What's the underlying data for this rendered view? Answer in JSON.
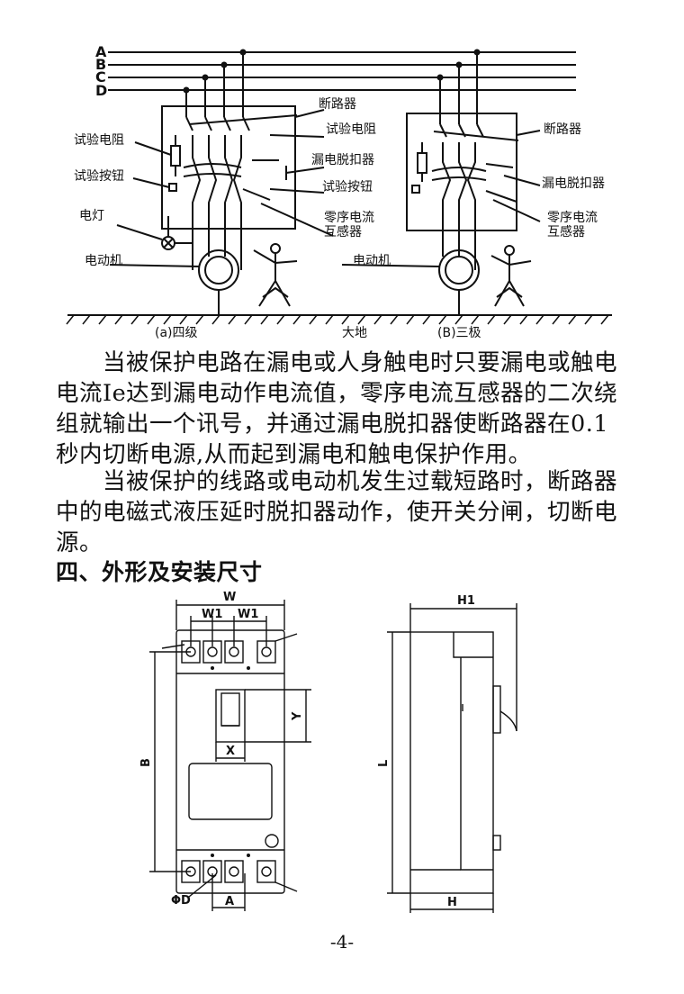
{
  "wiring_diagram": {
    "phase_labels": [
      "A",
      "B",
      "C",
      "D"
    ],
    "left": {
      "test_resistor": "试验电阻",
      "test_button": "试验按钮",
      "lamp": "电灯",
      "motor": "电动机",
      "breaker": "断路器",
      "test_resistor_2": "试验电阻",
      "leakage_release": "漏电脱扣器",
      "test_button_2": "试验按钮",
      "ct_line1": "零序电流",
      "ct_line2": "互感器",
      "caption": "(a)四级"
    },
    "center_motor": "电动机",
    "ground": "大地",
    "right": {
      "breaker": "断路器",
      "leakage_release": "漏电脱扣器",
      "ct_line1": "零序电流",
      "ct_line2": "互感器",
      "caption": "(B)三极"
    }
  },
  "paragraphs": {
    "p1_line1": "当被保护电路在漏电或人身触电时只要漏电或触电",
    "p1_line2": "电流Ie达到漏电动作电流值，零序电流互感器的二次绕",
    "p1_line3": "组就输出一个讯号，并通过漏电脱扣器使断路器在0.1",
    "p1_line4": "秒内切断电源,从而起到漏电和触电保护作用。",
    "p2_line1": "当被保护的线路或电动机发生过载短路时，断路器",
    "p2_line2": "中的电磁式液压延时脱扣器动作，使开关分闸，切断电",
    "p2_line3": "源。"
  },
  "section_heading": "四、外形及安装尺寸",
  "dimension_drawing": {
    "front": {
      "W": "W",
      "W1a": "W1",
      "W1b": "W1",
      "B": "B",
      "Y": "Y",
      "X": "X",
      "PhiD": "ΦD",
      "A": "A"
    },
    "side": {
      "H1": "H1",
      "L": "L",
      "H": "H"
    }
  },
  "page_number": "-4-"
}
